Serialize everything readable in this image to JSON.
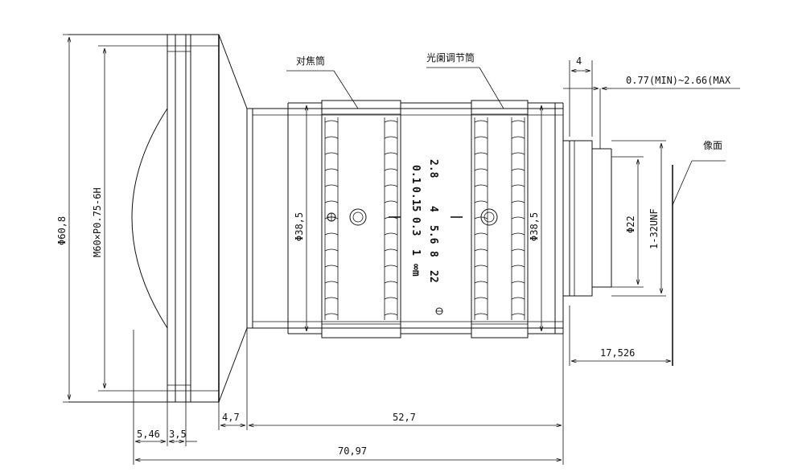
{
  "labels": {
    "focus_ring": "对焦筒",
    "iris_ring": "光阑调节筒",
    "image_plane": "像面"
  },
  "dimensions": {
    "outer_diameter": "Φ60,8",
    "front_thread": "M60×P0.75-6H",
    "body_dia_left": "Φ38,5",
    "body_dia_right": "Φ38,5",
    "mount_dia": "Φ22",
    "mount_thread": "1-32UNF",
    "back_focus_top": "4",
    "flange_range": "0.77(MIN)~2.66(MAX",
    "flange_distance": "17,526",
    "len_5_46": "5,46",
    "len_3_5": "3,5",
    "len_4_7": "4,7",
    "len_52_7": "52,7",
    "len_70_97": "70,97"
  },
  "focus_scale": [
    "0.1",
    "0.15",
    "0.3",
    "1",
    "∞m"
  ],
  "iris_scale": [
    "2.8",
    "4",
    "5.6",
    "8",
    "22"
  ]
}
